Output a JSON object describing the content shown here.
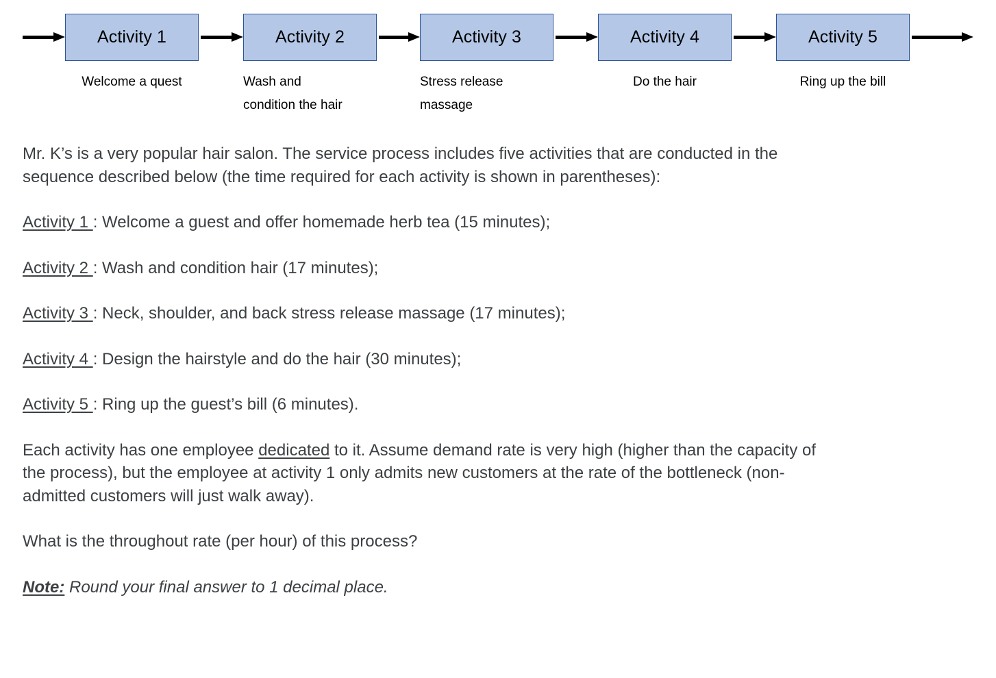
{
  "diagram": {
    "boxes": [
      {
        "label": "Activity 1",
        "caption": "Welcome a quest"
      },
      {
        "label": "Activity 2",
        "caption": "Wash and\ncondition the hair"
      },
      {
        "label": "Activity 3",
        "caption": "Stress release\nmassage"
      },
      {
        "label": "Activity 4",
        "caption": "Do the hair"
      },
      {
        "label": "Activity 5",
        "caption": "Ring up the bill"
      }
    ],
    "box_fill": "#b4c7e7",
    "box_border": "#2e5496",
    "arrow_color": "#000000"
  },
  "prose": {
    "intro": "Mr. K’s is a very popular hair salon. The service process includes five activities that are conducted in the sequence described below (the time required for each activity is shown in parentheses):",
    "activities": [
      {
        "label": "Activity 1",
        "text": ": Welcome a guest and offer homemade herb tea (15 minutes);"
      },
      {
        "label": "Activity 2",
        "text": ": Wash and condition hair (17 minutes);"
      },
      {
        "label": "Activity 3",
        "text": ": Neck, shoulder, and back stress release massage (17 minutes);"
      },
      {
        "label": "Activity 4",
        "text": ": Design the hairstyle and do the hair (30 minutes);"
      },
      {
        "label": "Activity 5",
        "text": ": Ring up the guest’s bill (6 minutes)."
      }
    ],
    "assumption_a": "Each activity has one employee ",
    "assumption_underlined": "dedicated",
    "assumption_b": " to it.  Assume demand rate is very high (higher than the capacity of the process), but the employee at activity 1 only admits new customers at the rate of the bottleneck (non-admitted customers will just walk away).",
    "question": "What is the throughout rate (per hour) of this process?",
    "note_label": "Note:",
    "note_text": " Round your final answer to 1 decimal place."
  }
}
